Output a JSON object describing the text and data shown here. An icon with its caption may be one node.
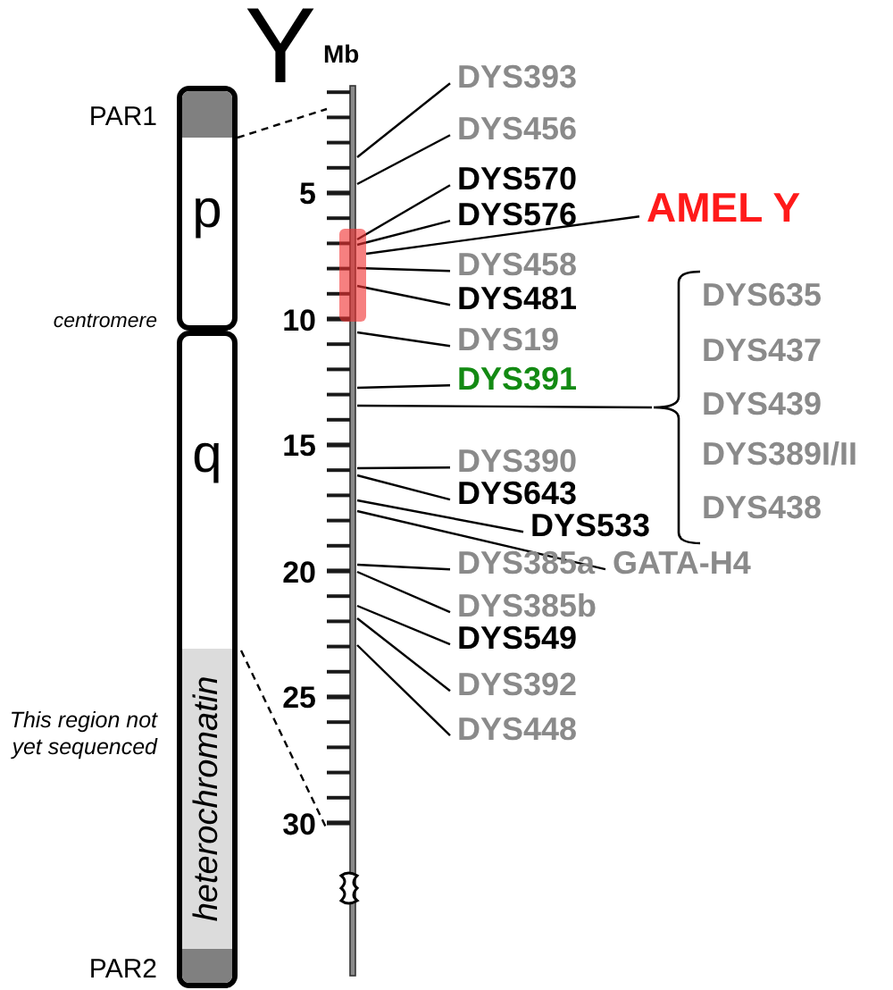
{
  "diagram": {
    "title": "Y",
    "nodes": [
      {
        "text": [
          "p"
        ]
      },
      {
        "text": [],
        "shape": "box",
        "in": 0,
        "beside": [
          "PAR1"
        ]
      },
      {
        "text": [
          "q"
        ]
      },
      {
        "text": [
          "heterochromatin"
        ],
        "in": 2,
        "beside": [
          "This region not yet sequenced"
        ]
      },
      {
        "text": [],
        "shape": "box",
        "in": 2,
        "beside": [
          "PAR2"
        ]
      },
      {
        "text": [],
        "shape": "bar"
      },
      {
        "text": [
          "DYS393"
        ]
      },
      {
        "text": [
          "DYS456"
        ]
      },
      {
        "text": [
          "DYS570"
        ]
      },
      {
        "text": [
          "DYS576"
        ]
      },
      {
        "text": [
          "AMEL Y"
        ]
      },
      {
        "text": [
          "DYS458"
        ]
      },
      {
        "text": [
          "DYS481"
        ]
      },
      {
        "text": [
          "DYS19"
        ]
      },
      {
        "text": [
          "DYS391"
        ]
      },
      {
        "text": [],
        "shape": "bracket",
        "beside": [
          "DYS635",
          "DYS437",
          "DYS439",
          "DYS389I/II",
          "DYS438"
        ]
      },
      {
        "text": [
          "DYS390"
        ]
      },
      {
        "text": [
          "DYS643"
        ]
      },
      {
        "text": [
          "DYS533"
        ]
      },
      {
        "text": [
          "DYS385a"
        ]
      },
      {
        "text": [
          "GATA-H4"
        ]
      },
      {
        "text": [
          "DYS385b"
        ]
      },
      {
        "text": [
          "DYS549"
        ]
      },
      {
        "text": [
          "DYS392"
        ]
      },
      {
        "text": [
          "DYS448"
        ]
      },
      {
        "text": [],
        "shape": "bar"
      }
    ],
    "edges": [
      {
        "from": 1,
        "to": 25,
        "arrow": "none",
        "style": "dashed"
      },
      {
        "from": 3,
        "to": 25,
        "arrow": "none",
        "style": "dashed"
      },
      {
        "from": 6,
        "to": 25,
        "arrow": "none"
      },
      {
        "from": 7,
        "to": 25,
        "arrow": "none"
      },
      {
        "from": 8,
        "to": 25,
        "arrow": "none"
      },
      {
        "from": 9,
        "to": 25,
        "arrow": "none"
      },
      {
        "from": 10,
        "to": 5,
        "arrow": "none"
      },
      {
        "from": 11,
        "to": 25,
        "arrow": "none"
      },
      {
        "from": 12,
        "to": 25,
        "arrow": "none"
      },
      {
        "from": 13,
        "to": 25,
        "arrow": "none"
      },
      {
        "from": 14,
        "to": 25,
        "arrow": "none"
      },
      {
        "from": 15,
        "to": 25,
        "arrow": "none"
      },
      {
        "from": 16,
        "to": 25,
        "arrow": "none"
      },
      {
        "from": 17,
        "to": 25,
        "arrow": "none"
      },
      {
        "from": 18,
        "to": 25,
        "arrow": "none"
      },
      {
        "from": 19,
        "to": 25,
        "arrow": "none"
      },
      {
        "from": 20,
        "to": 25,
        "arrow": "none"
      },
      {
        "from": 21,
        "to": 25,
        "arrow": "none"
      },
      {
        "from": 22,
        "to": 25,
        "arrow": "none"
      },
      {
        "from": 23,
        "to": 25,
        "arrow": "none"
      },
      {
        "from": 24,
        "to": 25,
        "arrow": "none"
      }
    ],
    "labels": [
      "Mb",
      "5",
      "10",
      "15",
      "20",
      "25",
      "30",
      "centromere"
    ]
  }
}
